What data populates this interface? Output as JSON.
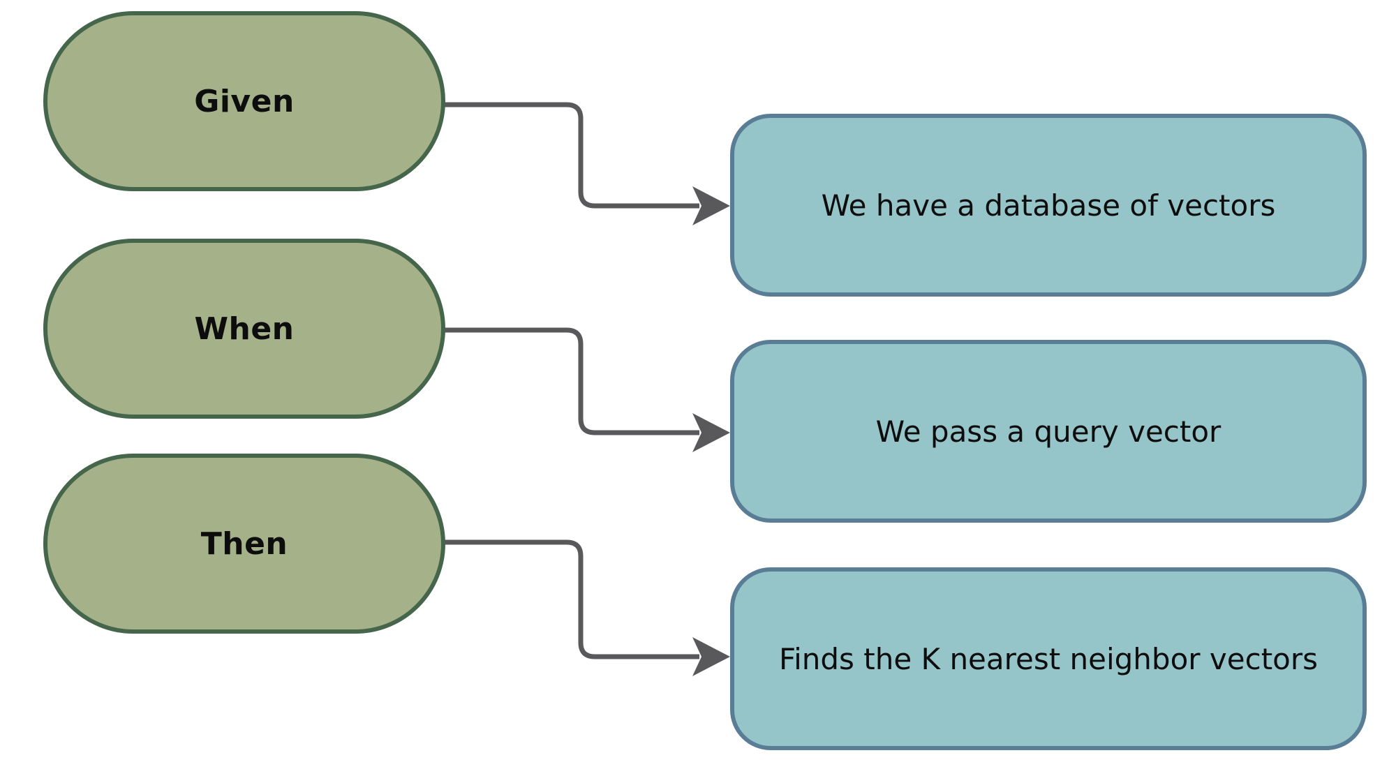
{
  "colors": {
    "background": "#FFFFFF",
    "stage_fill": "#A4B189",
    "stage_border": "#45664A",
    "detail_fill": "#96C5C9",
    "detail_border": "#5A7D96",
    "connector": "#59595B",
    "text": "#0D0D0D"
  },
  "rows": [
    {
      "stage": "Given",
      "detail": "We have a database of vectors"
    },
    {
      "stage": "When",
      "detail": "We pass a query vector"
    },
    {
      "stage": "Then",
      "detail": "Finds the K nearest neighbor vectors"
    }
  ]
}
